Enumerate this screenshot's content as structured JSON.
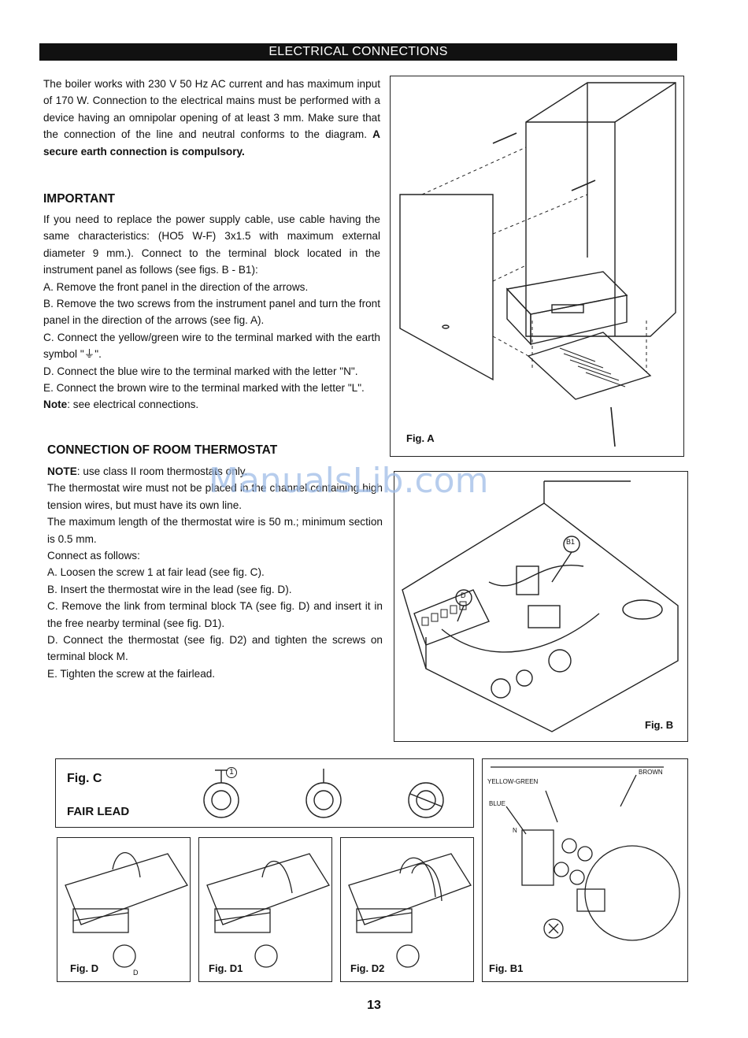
{
  "header": {
    "title": "ELECTRICAL CONNECTIONS"
  },
  "intro": {
    "text": "The boiler works with 230 V 50 Hz AC current and has maximum input of 170 W. Connection to the electrical mains must be performed with a device having an omnipolar opening of at least 3 mm. Make sure that the connection of the line and neutral conforms to the diagram.",
    "bold": "A secure earth connection is compulsory."
  },
  "important": {
    "title": "IMPORTANT",
    "body": "If you need to replace the power supply cable, use cable having the same characteristics: (HO5 W-F) 3x1.5 with maximum external diameter 9 mm.). Connect to the terminal block located in the instrument panel as follows (see figs. B - B1):",
    "steps": [
      "A. Remove the front panel in the direction of the arrows.",
      "B. Remove the two screws from the instrument panel and turn the front panel in the direction of the arrows (see fig. A).",
      "C. Connect the yellow/green wire to the terminal marked with the earth symbol \"⏚\".",
      "D. Connect the blue wire to the terminal marked with the letter \"N\".",
      "E. Connect the brown wire to the terminal marked with the letter \"L\"."
    ],
    "note_label": "Note",
    "note_text": ": see electrical connections."
  },
  "thermostat": {
    "title": "CONNECTION OF ROOM THERMOSTAT",
    "note_label": "NOTE",
    "note_text": ": use class II room thermostats only.",
    "para1": "The thermostat wire must not be placed in the channel containing high tension wires, but must have its own line.",
    "para2": "The maximum length of the thermostat wire is 50 m.; minimum section is 0.5 mm.",
    "para3": "Connect as follows:",
    "steps": [
      "A. Loosen the screw 1 at fair lead (see fig. C).",
      "B. Insert the thermostat wire in the lead (see fig. D).",
      "C. Remove the link from terminal block TA (see fig. D) and insert it in the free nearby terminal (see fig. D1).",
      "D. Connect the thermostat (see fig. D2) and tighten the screws on terminal block M.",
      "E. Tighten the screw at the fairlead."
    ]
  },
  "figures": {
    "a": "Fig. A",
    "b": "Fig. B",
    "b_callout_b1": "B1",
    "b_callout_d": "D",
    "c": "Fig. C",
    "c_sub": "FAIR LEAD",
    "c_callout": "1",
    "d": "Fig. D",
    "d_callout": "D",
    "d1": "Fig. D1",
    "d2": "Fig. D2",
    "b1": "Fig. B1",
    "b1_yellow": "YELLOW-GREEN",
    "b1_brown": "BROWN",
    "b1_blue": "BLUE",
    "b1_n": "N"
  },
  "watermark": "ManualsLib.com",
  "page_number": "13"
}
